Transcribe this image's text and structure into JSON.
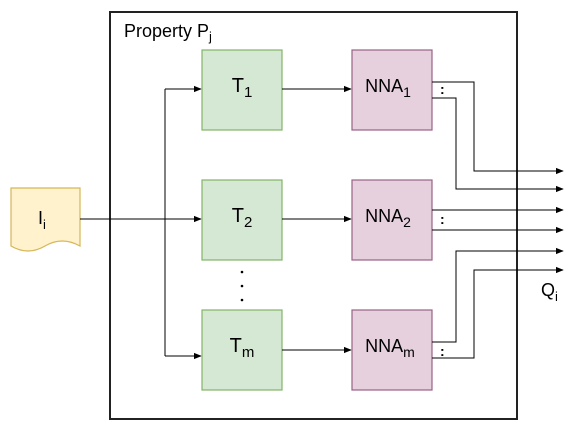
{
  "container": {
    "title_main": "Property P",
    "title_sub": "j"
  },
  "input": {
    "main": "I",
    "sub": "i"
  },
  "output": {
    "main": "Q",
    "sub": "i"
  },
  "transforms": [
    {
      "main": "T",
      "sub": "1"
    },
    {
      "main": "T",
      "sub": "2"
    },
    {
      "main": "T",
      "sub": "m"
    }
  ],
  "nnas": [
    {
      "main": "NNA",
      "sub": "1"
    },
    {
      "main": "NNA",
      "sub": "2"
    },
    {
      "main": "NNA",
      "sub": "m"
    }
  ],
  "colon_marker": ":",
  "colors": {
    "transform_fill": "#d5e8d4",
    "transform_stroke": "#82b366",
    "nna_fill": "#e6d0de",
    "nna_stroke": "#996185",
    "document_fill": "#fff2cc",
    "document_stroke": "#d6b656"
  }
}
